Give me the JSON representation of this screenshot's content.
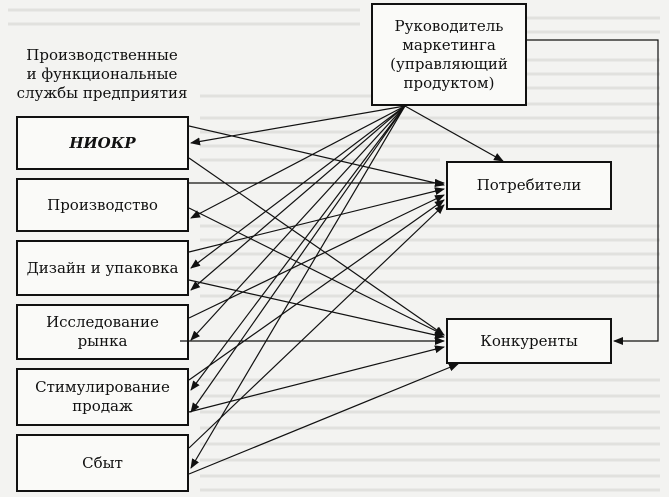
{
  "heading": {
    "lines": [
      "Производственные",
      "и функциональные",
      "службы предприятия"
    ]
  },
  "manager": {
    "lines": [
      "Руководитель",
      "маркетинга",
      "(управляющий",
      "продуктом)"
    ]
  },
  "consumers": {
    "label": "Потребители"
  },
  "competitors": {
    "label": "Конкуренты"
  },
  "services": [
    {
      "lines": [
        "НИОКР"
      ]
    },
    {
      "lines": [
        "Производство"
      ]
    },
    {
      "lines": [
        "Дизайн и упаковка"
      ]
    },
    {
      "lines": [
        "Исследование",
        "рынка"
      ]
    },
    {
      "lines": [
        "Стимулирование",
        "продаж"
      ]
    },
    {
      "lines": [
        "Сбыт"
      ]
    }
  ]
}
